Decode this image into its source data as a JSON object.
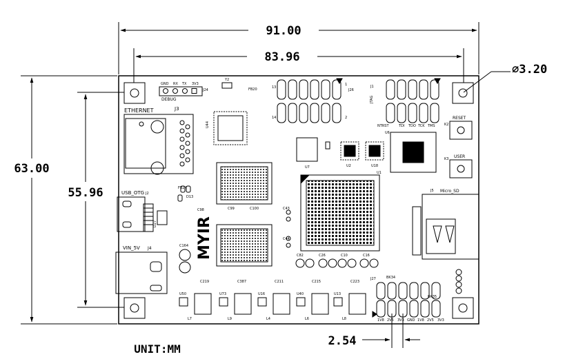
{
  "dimensions": {
    "overall_width": "91.00",
    "hole_spacing_x": "83.96",
    "overall_height": "63.00",
    "hole_spacing_y": "55.96",
    "hole_diameter": "∅3.20",
    "pin_pitch": "2.54",
    "unit": "UNIT:MM"
  },
  "labels": {
    "ethernet": "ETHERNET",
    "j3": "J3",
    "usb_otg": "USB_OTG",
    "j2": "J2",
    "vin_5v": "VIN_5V",
    "j4": "J4",
    "debug": "DEBUG",
    "debug_pins": [
      "GND",
      "RX",
      "TX",
      "3V3"
    ],
    "j24": "J24",
    "j26": "J26",
    "jtag": "JTAG",
    "j1": "J1",
    "jtag_pins": [
      "NTRST",
      "TDI",
      "TDO",
      "TCK",
      "TMS"
    ],
    "reset": "RESET",
    "k2": "K2",
    "user": "USER",
    "k3": "K3",
    "micro_sd": "Micro_SD",
    "j5": "J5",
    "u1": "U1",
    "u2": "U2",
    "u6": "U6",
    "u7": "U7",
    "u18": "U18",
    "u44": "U44",
    "y2": "Y2",
    "fb20": "FB20",
    "fb24": "FB24",
    "d13": "D13",
    "d27": "D27",
    "bk34": "BK34",
    "bk35": "BK35",
    "j27": "J27",
    "c164": "C164",
    "bottom_pins": [
      "1V8",
      "2V5",
      "3V3",
      "GND",
      "1V8",
      "2V5",
      "3V3"
    ],
    "regulators": [
      "U50",
      "U73",
      "U16",
      "U40",
      "U13"
    ],
    "inductors": [
      "L7",
      "L9",
      "L4",
      "L6",
      "L8"
    ],
    "caps_row": [
      "C219",
      "C387",
      "C211",
      "C215",
      "C223"
    ],
    "caps_mid": [
      "C82",
      "C26",
      "C10",
      "C16"
    ],
    "caps_top": [
      "C98",
      "C99",
      "C100",
      "C43",
      "C44"
    ],
    "hdr_left_top": "13",
    "hdr_left_bot": "14",
    "hdr_right_one": "1",
    "hdr_right_two": "2",
    "logo": "MYIR"
  }
}
